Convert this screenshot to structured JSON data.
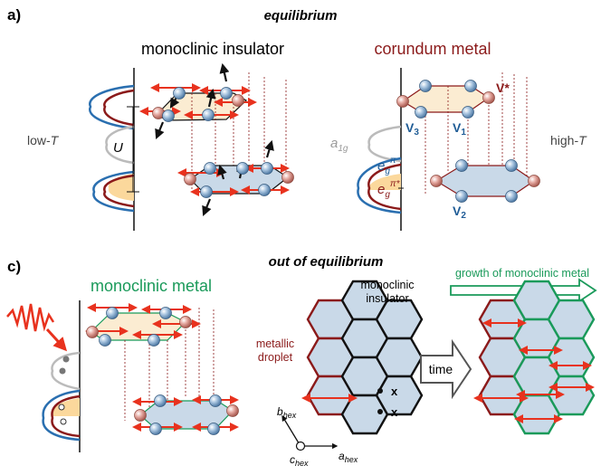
{
  "panel_a": {
    "label": "a)",
    "title": "equilibrium",
    "left_title": "monoclinic insulator",
    "right_title": "corundum metal",
    "low_t": "low-T",
    "high_t": "high-T",
    "u_label": "U",
    "a1g": "a₁g",
    "eg_pi": "eᵍπ",
    "eg_pi_star": "eᵍπ*",
    "v_star": "V*",
    "v1": "V1",
    "v2": "V2",
    "v3": "V3"
  },
  "panel_c": {
    "label": "c)",
    "title": "out of equilibrium",
    "left_title": "monoclinic metal",
    "monoclinic_insulator": "monoclinic insulator",
    "metallic_droplet": "metallic droplet",
    "time": "time",
    "growth": "growth of monoclinic metal",
    "b_hex": "b",
    "a_hex": "a",
    "c_hex": "c",
    "hex_sub": "hex"
  },
  "colors": {
    "red_arrow": "#e8321e",
    "blue_atom": "#7fa6cc",
    "pink_atom": "#d08a80",
    "blue_fill": "#c9d9e8",
    "cream_fill": "#fbecd2",
    "dark_red": "#8b1a1a",
    "green": "#1a9a5a",
    "navy": "#1f5c96"
  }
}
